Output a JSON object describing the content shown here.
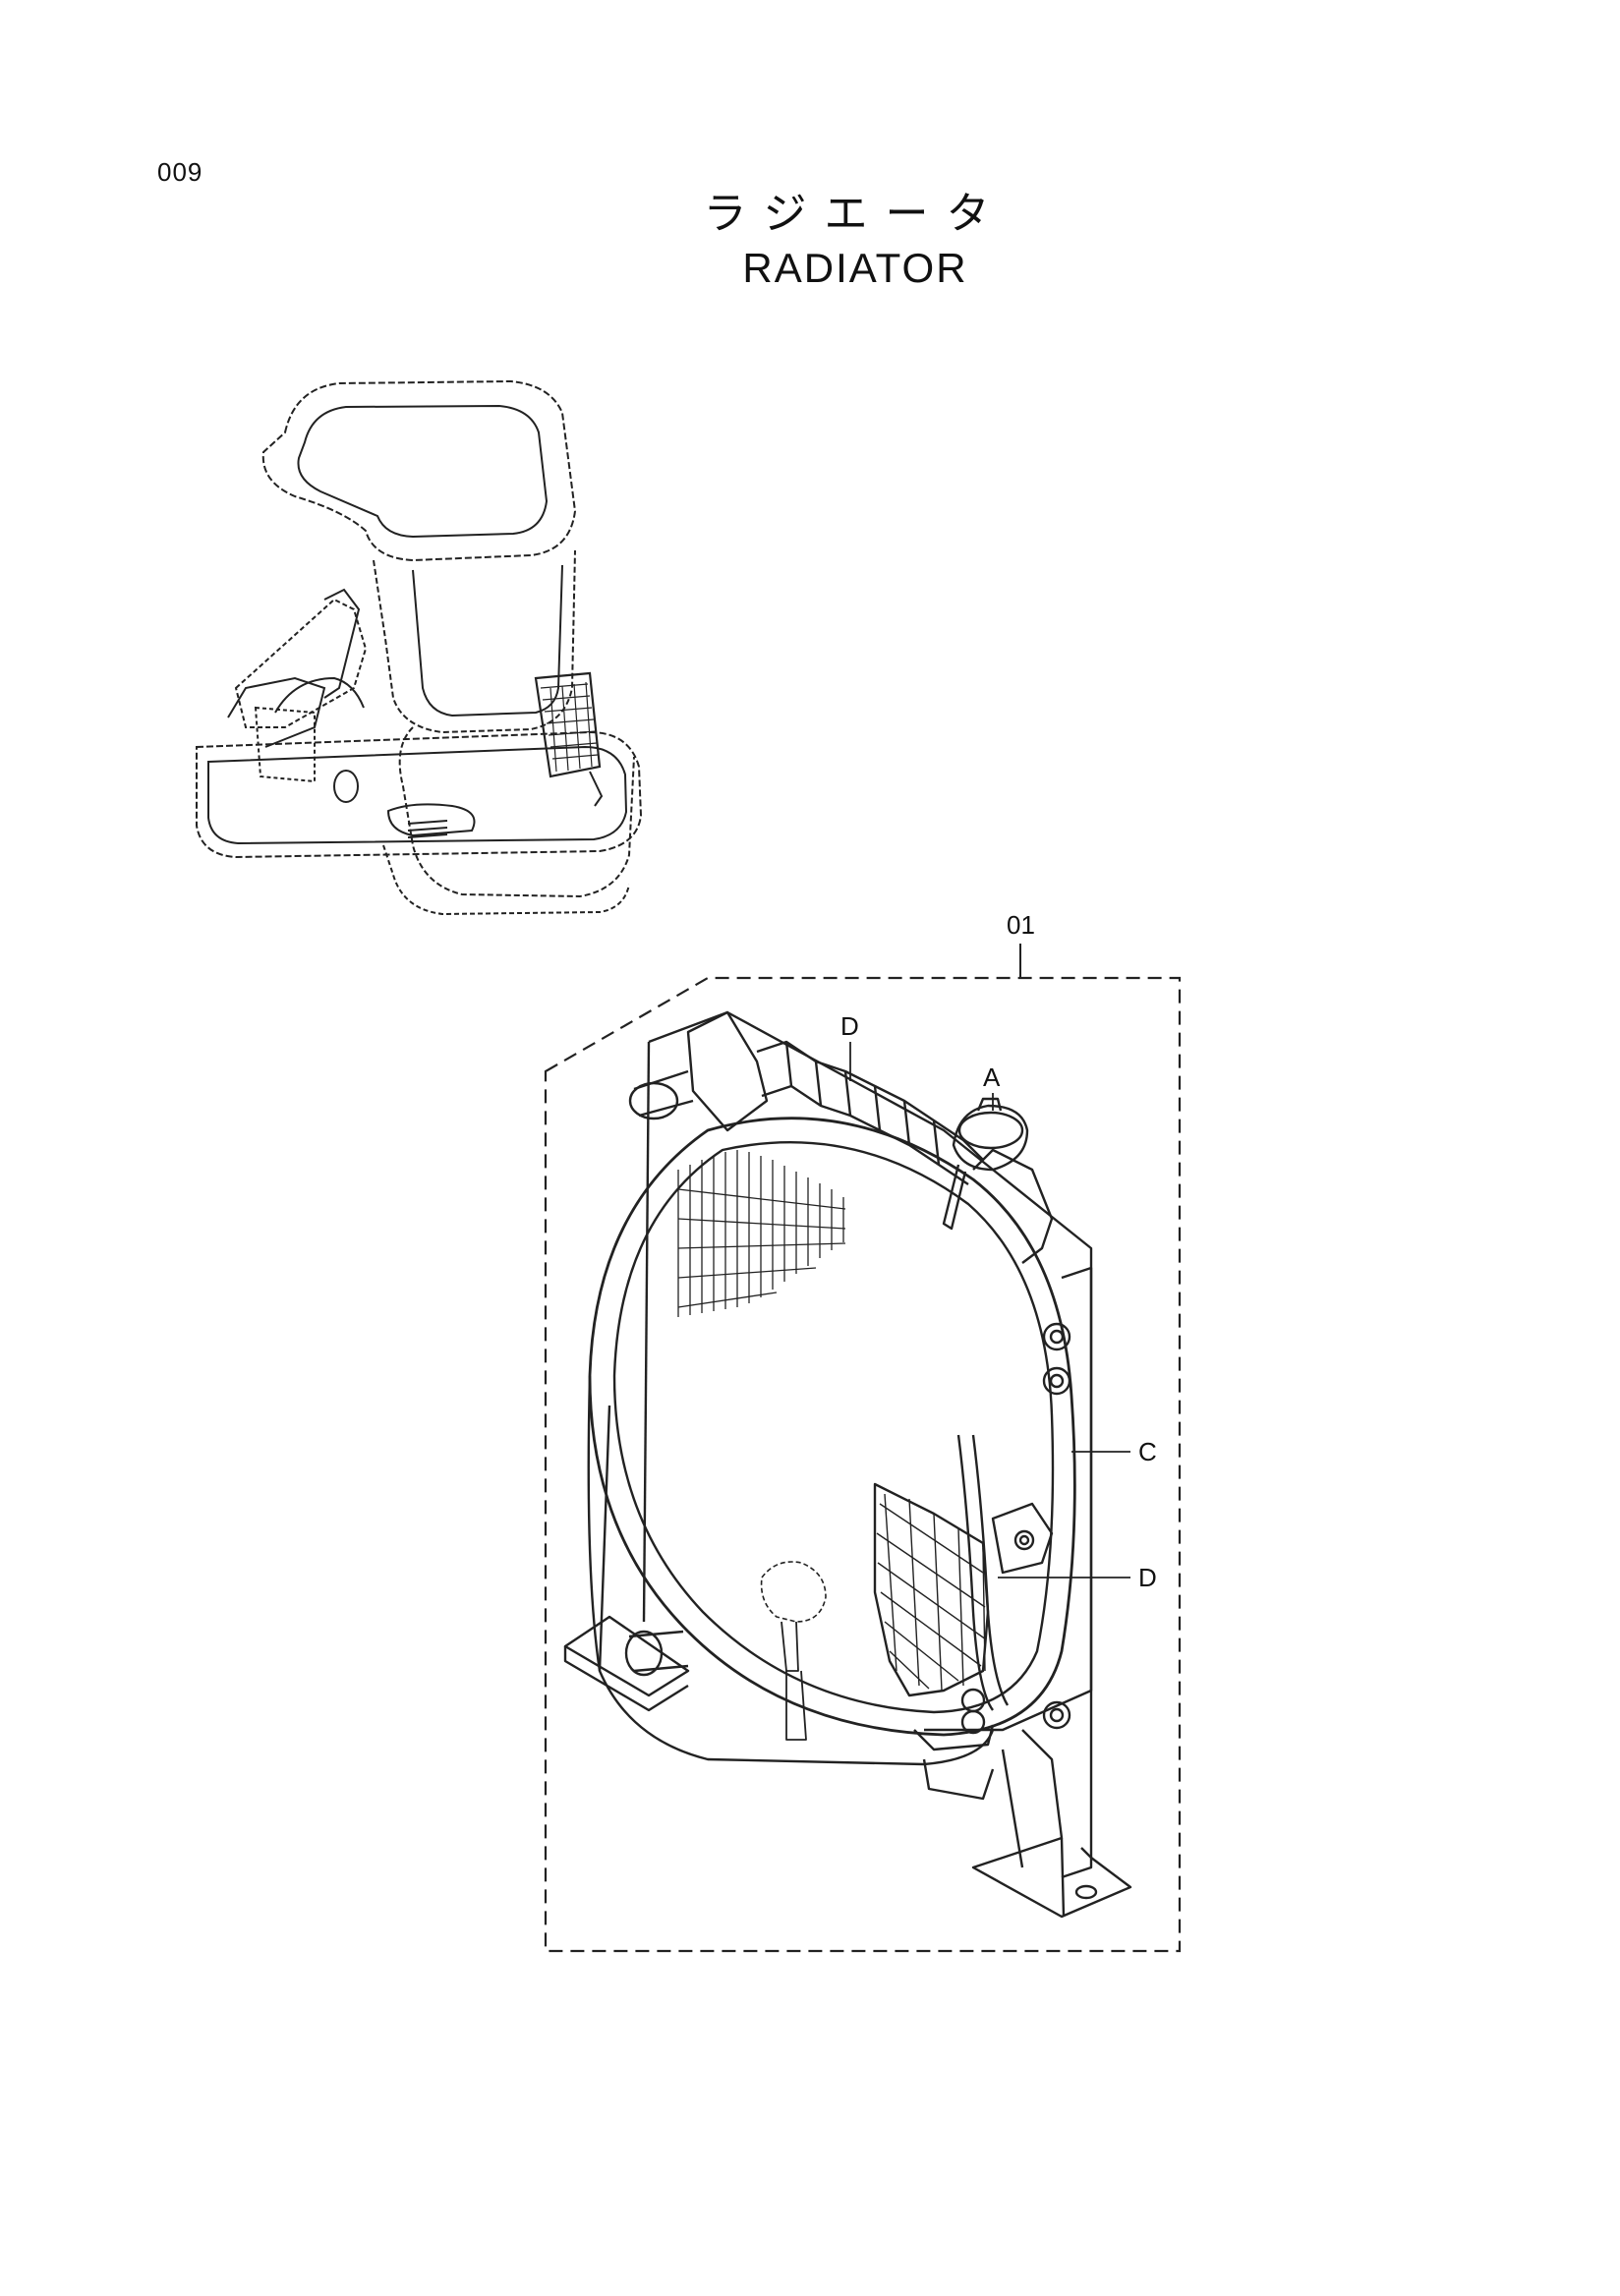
{
  "header": {
    "page_number": "009",
    "title_jp": "ラジエータ",
    "title_en": "RADIATOR"
  },
  "callouts": {
    "assembly": "01",
    "tank_top": "D",
    "cap": "A",
    "shroud": "C",
    "side_plate": "D"
  }
}
